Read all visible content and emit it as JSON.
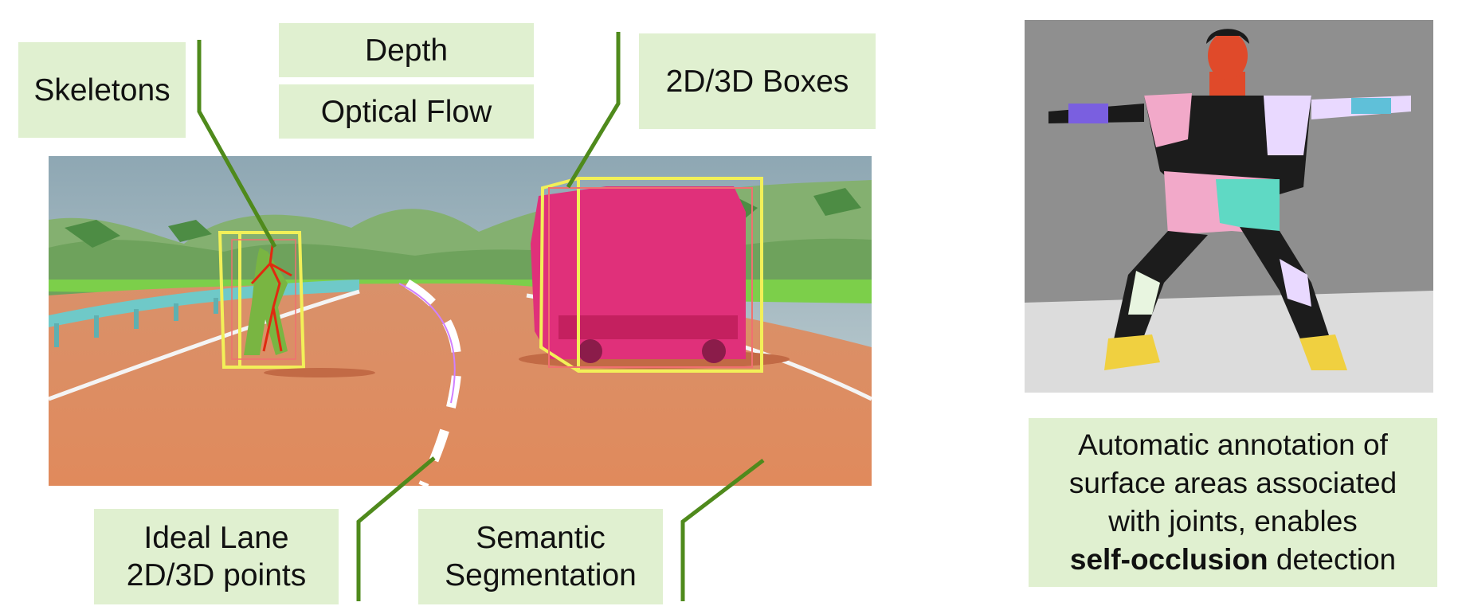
{
  "labels": {
    "skeletons": "Skeletons",
    "depth": "Depth",
    "optical_flow": "Optical Flow",
    "boxes": "2D/3D Boxes",
    "lane_line1": "Ideal Lane",
    "lane_line2": "2D/3D points",
    "seg_line1": "Semantic",
    "seg_line2": "Segmentation"
  },
  "callout": {
    "line1": "Automatic annotation of",
    "line2": "surface areas associated",
    "line3": "with joints, enables",
    "bold": "self-occlusion",
    "rest": " detection"
  },
  "colors": {
    "label_bg": "#e0f0d0",
    "leader": "#4f8a1c",
    "box_yellow": "#f2f058",
    "skeleton_red": "#e02a10",
    "vehicle_pink": "#e0307a",
    "road": "#e08a5c"
  }
}
